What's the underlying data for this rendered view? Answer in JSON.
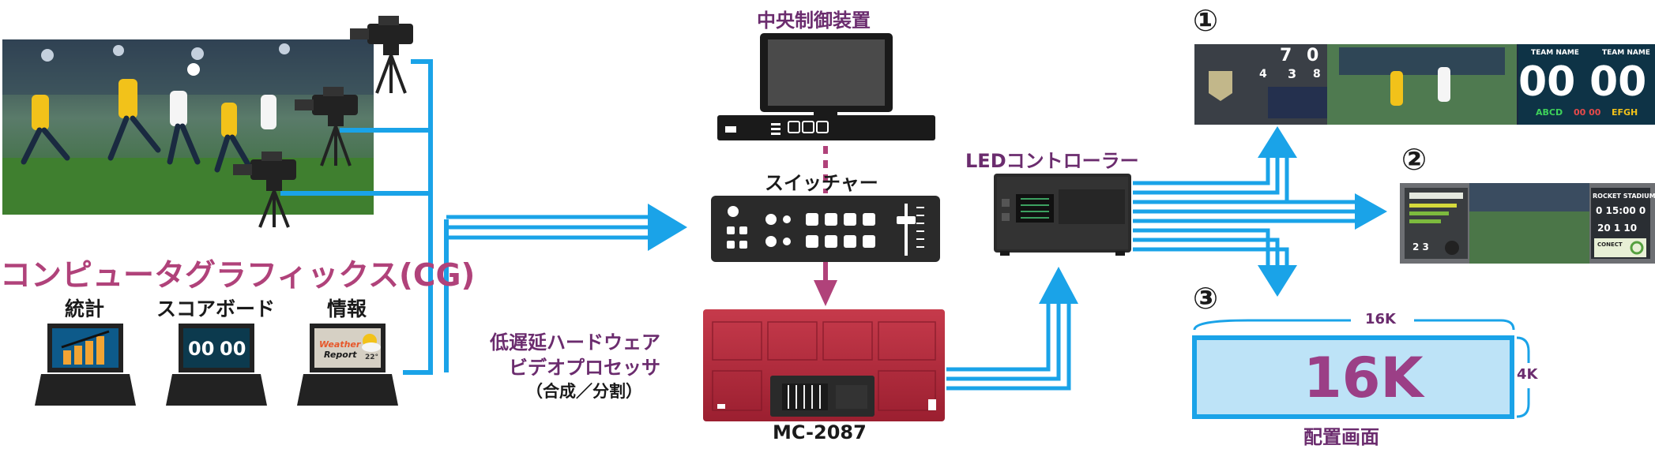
{
  "labels": {
    "central_control": "中央制御装置",
    "switcher": "スイッチャー",
    "led_controller": "LEDコントローラー",
    "processor_line1": "低遅延ハードウェア",
    "processor_line2": "ビデオプロセッサ",
    "processor_line3": "（合成／分割）",
    "model": "MC-2087",
    "cg": "コンピュータグラフィックス(CG)",
    "stats": "統計",
    "scoreboard": "スコアボード",
    "info": "情報",
    "layout_screen": "配置画面",
    "num1": "①",
    "num2": "②",
    "num3": "③",
    "width_16k": "16K",
    "height_4k": "4K",
    "center_16k": "16K"
  },
  "laptops": {
    "score_left": "00",
    "score_right": "00",
    "weather1": "Weather",
    "weather2": "Report",
    "temp": "22°"
  },
  "display1": {
    "team1": "TEAM NAME",
    "team2": "TEAM NAME",
    "score1": "00",
    "score2": "00",
    "abbr1": "ABCD",
    "mid": "00 00",
    "abbr2": "EFGH",
    "stat_a": "7",
    "stat_b": "0",
    "stat_c": "4",
    "stat_d": "3",
    "stat_e": "8"
  },
  "display2": {
    "title": "ROCKET STADIUM",
    "row1": "0  15:00  0",
    "row2": "20 1 10",
    "footer": "CONECT",
    "left_num": "2 3"
  },
  "colors": {
    "line": "#1aa3e8",
    "arrow": "#1aa3e8",
    "pink_dash": "#b0427a",
    "device_red": "#b32b3c",
    "screen_fill": "#bde3f7"
  }
}
